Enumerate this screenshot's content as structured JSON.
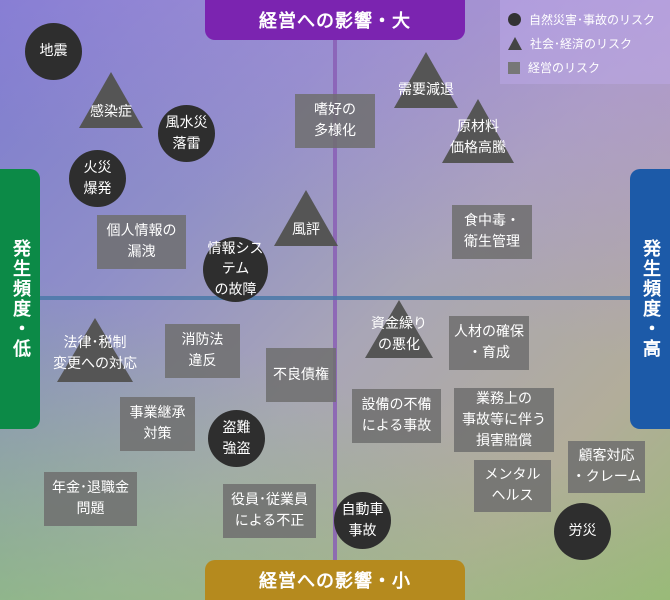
{
  "axes": {
    "top": "経営への影響・大",
    "bottom": "経営への影響・小",
    "left": "発生頻度・低",
    "right": "発生頻度・高"
  },
  "legend": {
    "natural": "自然災害･事故のリスク",
    "social": "社会･経済のリスク",
    "management": "経営のリスク"
  },
  "items": {
    "jishin": "地震",
    "kansensho": "感染症",
    "fusuigai": "風水災\n落雷",
    "kasai": "火災\n爆発",
    "shikou": "嗜好の\n多様化",
    "juyou": "需要減退",
    "genzairyo": "原材料\n価格高騰",
    "kojinjoho": "個人情報の\n漏洩",
    "fuhyo": "風評",
    "johosys": "情報システム\nの故障",
    "shokuchudoku": "食中毒・\n衛生管理",
    "horitsu": "法律･税制\n変更への対応",
    "shobo": "消防法\n違反",
    "shikin": "資金繰り\nの悪化",
    "jinzai": "人材の確保\n・育成",
    "furyo": "不良債権",
    "jigyokeisho": "事業継承\n対策",
    "setsubi": "設備の不備\nによる事故",
    "gyomu": "業務上の\n事故等に伴う\n損害賠償",
    "tonan": "盗難\n強盗",
    "kokyaku": "顧客対応\n・クレーム",
    "nenkin": "年金･退職金\n問題",
    "yakuin": "役員･従業員\nによる不正",
    "mental": "メンタル\nヘルス",
    "jidosha": "自動車\n事故",
    "rosai": "労災"
  }
}
